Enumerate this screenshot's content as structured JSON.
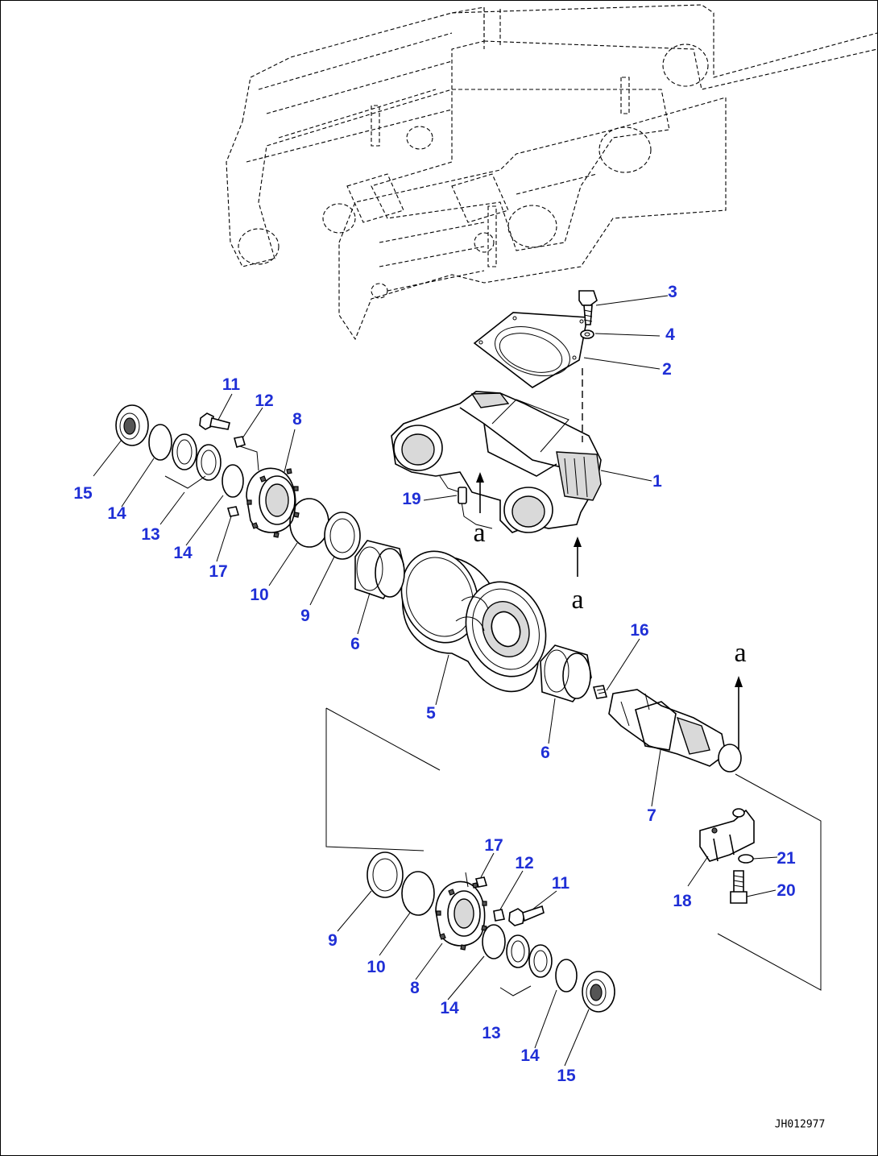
{
  "callouts": {
    "n1": "1",
    "n2": "2",
    "n3": "3",
    "n4": "4",
    "n5": "5",
    "n6a": "6",
    "n6b": "6",
    "n7": "7",
    "n8a": "8",
    "n8b": "8",
    "n9a": "9",
    "n9b": "9",
    "n10a": "10",
    "n10b": "10",
    "n11a": "11",
    "n11b": "11",
    "n12a": "12",
    "n12b": "12",
    "n13a": "13",
    "n13b": "13",
    "n14a": "14",
    "n14b": "14",
    "n14c": "14",
    "n14d": "14",
    "n15a": "15",
    "n15b": "15",
    "n16": "16",
    "n17a": "17",
    "n17b": "17",
    "n18": "18",
    "n19": "19",
    "n20": "20",
    "n21": "21"
  },
  "view_marks": {
    "a1": "a",
    "a2": "a",
    "a3": "a"
  },
  "drawing_code": "JH012977",
  "colors": {
    "callout": "#1f2fd6",
    "line": "#000000",
    "background": "#ffffff"
  }
}
